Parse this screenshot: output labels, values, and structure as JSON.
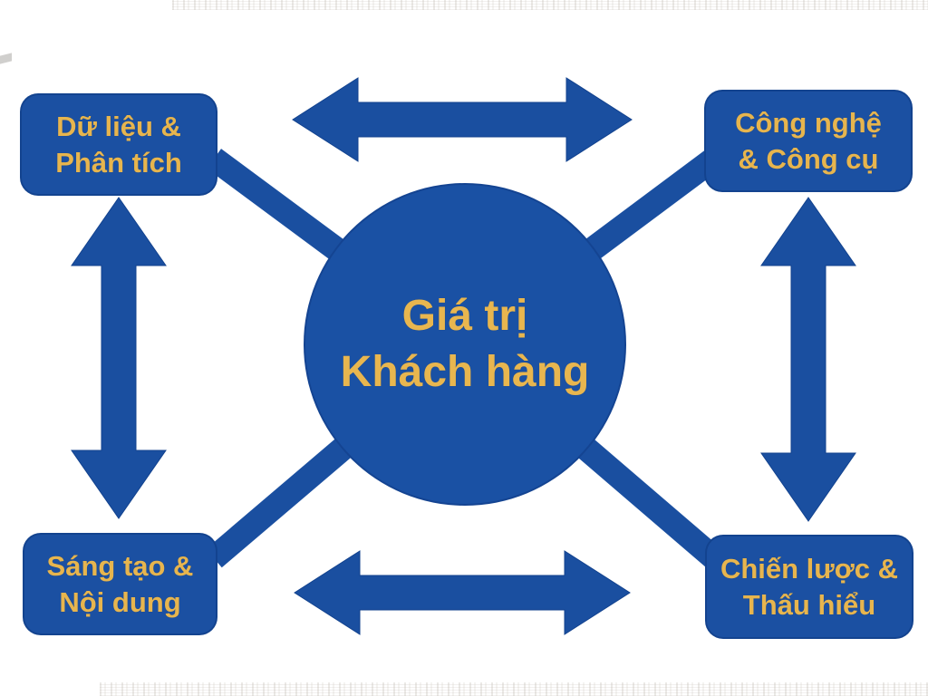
{
  "diagram": {
    "title_semantic": "Customer value diagram",
    "center": {
      "id": "customer-value",
      "line1": "Giá trị",
      "line2": "Khách hàng"
    },
    "nodes": [
      {
        "id": "data-analytics",
        "position": "top-left",
        "line1": "Dữ liệu &",
        "line2": "Phân tích"
      },
      {
        "id": "technology-tools",
        "position": "top-right",
        "line1": "Công nghệ",
        "line2": "& Công cụ"
      },
      {
        "id": "creative-content",
        "position": "bottom-left",
        "line1": "Sáng tạo &",
        "line2": "Nội dung"
      },
      {
        "id": "strategy-insight",
        "position": "bottom-right",
        "line1": "Chiến lược &",
        "line2": "Thấu hiểu"
      }
    ],
    "connections": [
      {
        "from": "data-analytics",
        "to": "technology-tools",
        "type": "double-arrow",
        "orientation": "horizontal-top"
      },
      {
        "from": "creative-content",
        "to": "strategy-insight",
        "type": "double-arrow",
        "orientation": "horizontal-bottom"
      },
      {
        "from": "data-analytics",
        "to": "creative-content",
        "type": "double-arrow",
        "orientation": "vertical-left"
      },
      {
        "from": "technology-tools",
        "to": "strategy-insight",
        "type": "double-arrow",
        "orientation": "vertical-right"
      },
      {
        "from": "customer-value",
        "to": "data-analytics",
        "type": "band"
      },
      {
        "from": "customer-value",
        "to": "technology-tools",
        "type": "band"
      },
      {
        "from": "customer-value",
        "to": "creative-content",
        "type": "band"
      },
      {
        "from": "customer-value",
        "to": "strategy-insight",
        "type": "band"
      }
    ],
    "colors": {
      "node_fill": "#1b50a2",
      "circle_fill": "#1a51a4",
      "arrow_fill": "#1a4fa0",
      "label_text": "#e7b54e",
      "background": "#ffffff"
    }
  }
}
